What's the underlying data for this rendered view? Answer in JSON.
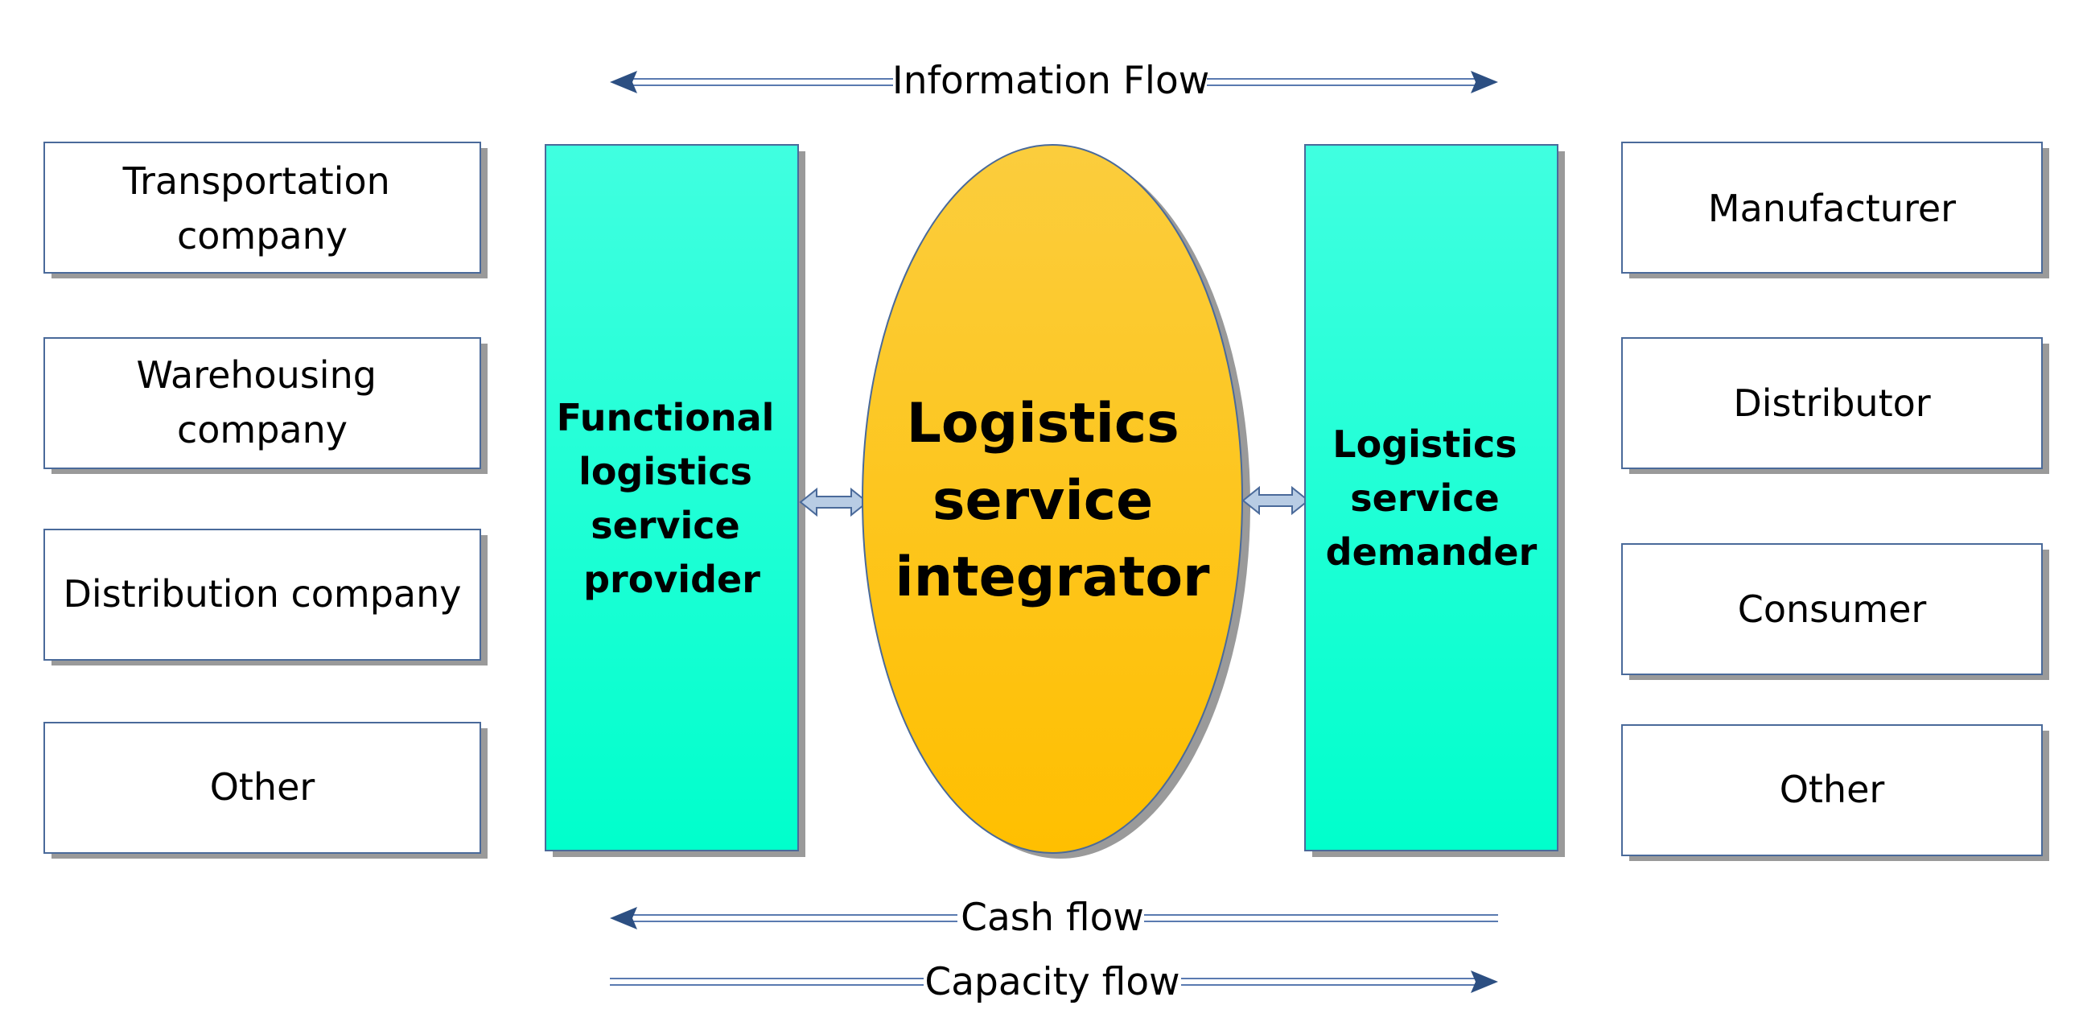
{
  "flows": {
    "information": "Information Flow",
    "cash": "Cash flow",
    "capacity": "Capacity flow"
  },
  "left_boxes": {
    "transportation": [
      "Transportation",
      "company"
    ],
    "warehousing": [
      "Warehousing",
      "company"
    ],
    "distribution": "Distribution company",
    "other": "Other"
  },
  "right_boxes": {
    "manufacturer": "Manufacturer",
    "distributor": "Distributor",
    "consumer": "Consumer",
    "other": "Other"
  },
  "provider": [
    "Functional",
    "logistics",
    "service",
    "provider"
  ],
  "integrator": [
    "Logistics",
    "service",
    "integrator"
  ],
  "demander": [
    "Logistics",
    "service",
    "demander"
  ],
  "colors": {
    "box_border": "#4a6a9a",
    "shadow": "#9a9a9a",
    "pillar_top": "#40ffe0",
    "pillar_bottom": "#00ffcc",
    "ellipse_top": "#fbcd3d",
    "ellipse_bottom": "#ffbf00",
    "arrow_head": "#2c4f82",
    "double_arrow_fill": "#b8cce4"
  }
}
